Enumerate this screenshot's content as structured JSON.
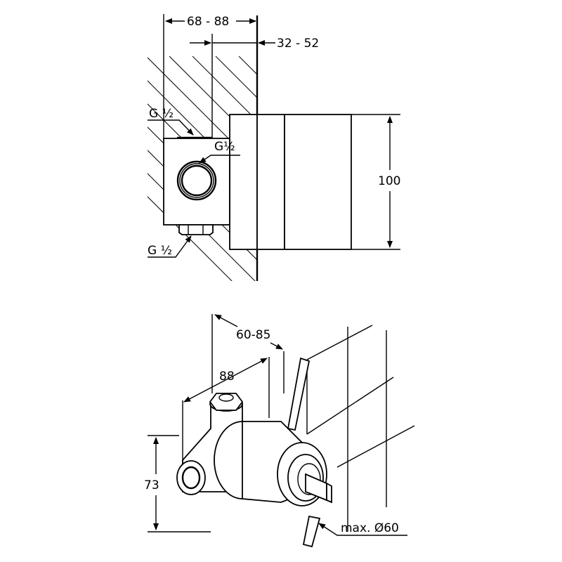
{
  "top_view": {
    "dim_install_depth": "68 - 88",
    "dim_wall_offset": "32 - 52",
    "thread_top": "G ½",
    "thread_side": "G½",
    "thread_bottom": "G ½",
    "dim_height": "100"
  },
  "iso_view": {
    "dim_depth": "60-85",
    "dim_width": "88",
    "dim_height": "73",
    "dim_diameter": "max. Ø60"
  },
  "colors": {
    "line": "#000000",
    "background": "#ffffff"
  }
}
